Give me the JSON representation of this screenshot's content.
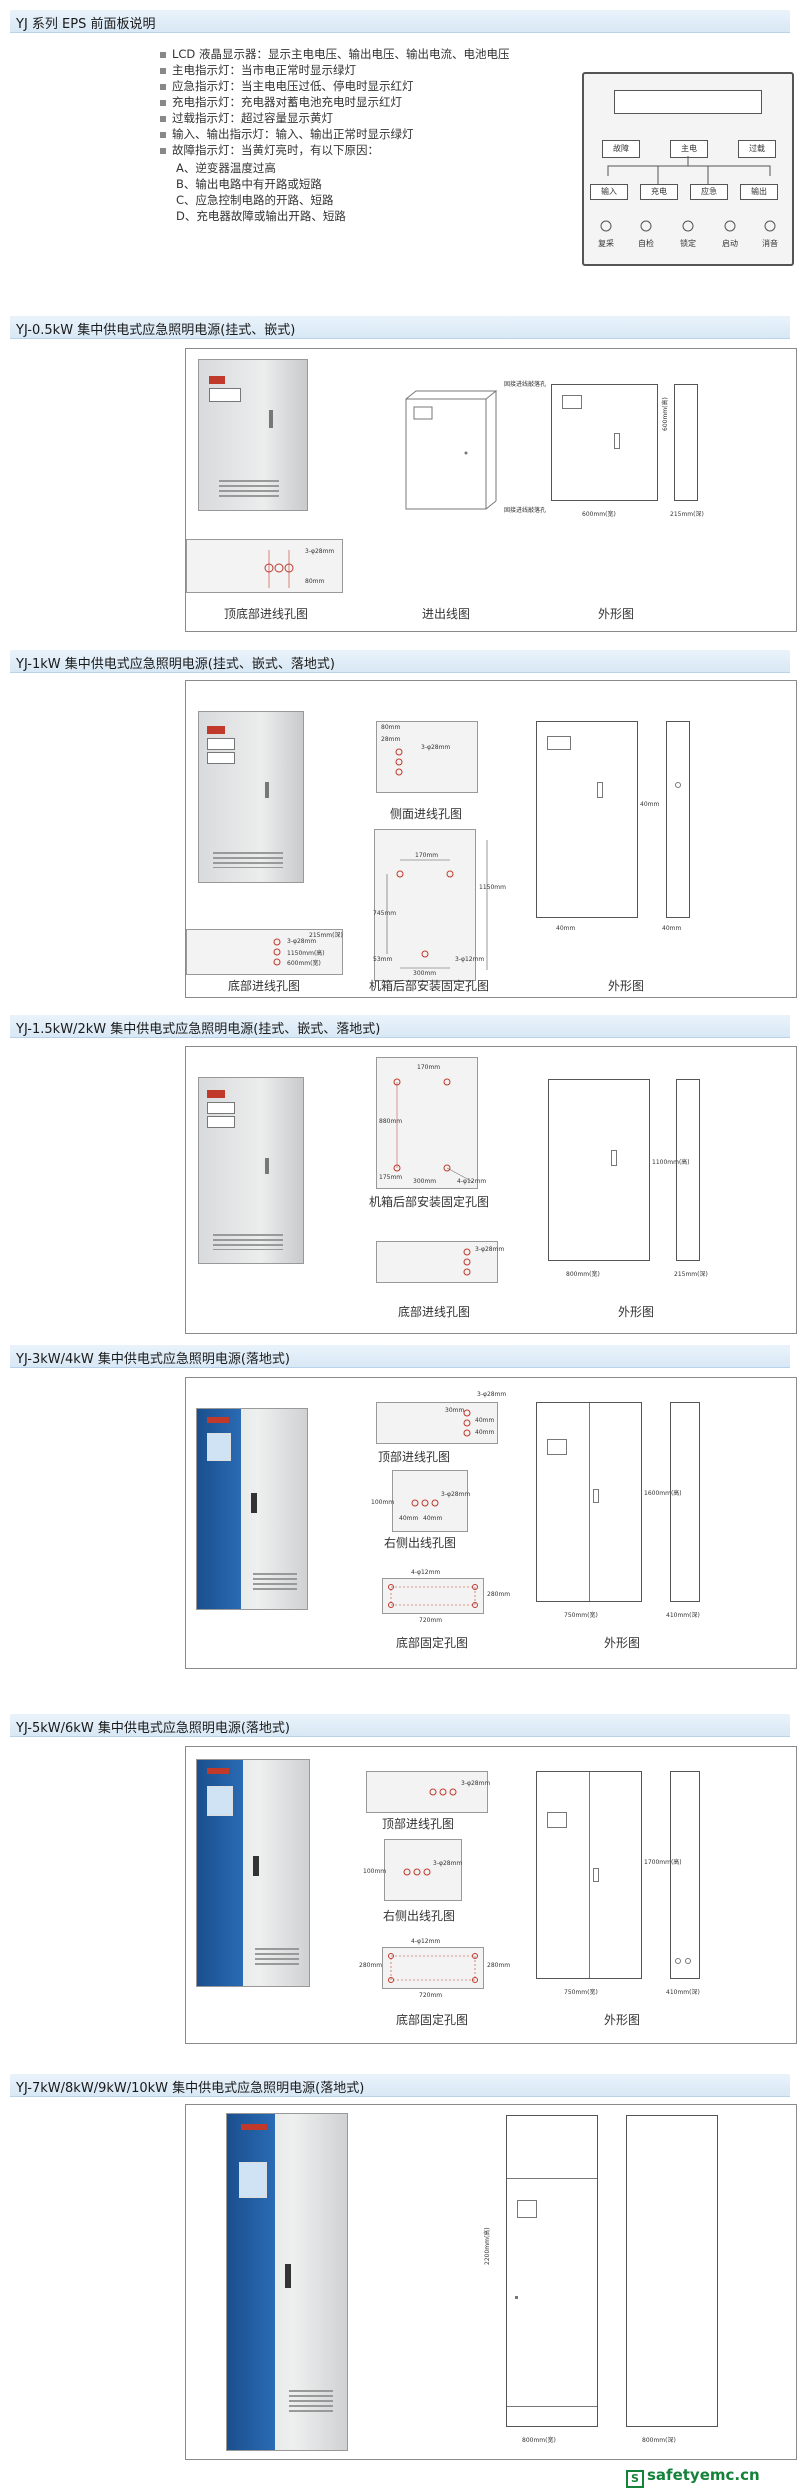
{
  "intro": {
    "title": "YJ 系列 EPS 前面板说明",
    "lines": [
      "LCD 液晶显示器：显示主电电压、输出电压、输出电流、电池电压",
      "主电指示灯：当市电正常时显示绿灯",
      "应急指示灯：当主电电压过低、停电时显示红灯",
      "充电指示灯：充电器对蓄电池充电时显示红灯",
      "过载指示灯：超过容量显示黄灯",
      "输入、输出指示灯：输入、输出正常时显示绿灯",
      "故障指示灯：当黄灯亮时，有以下原因："
    ],
    "reasons": [
      "A、逆变器温度过高",
      "B、输出电路中有开路或短路",
      "C、应急控制电路的开路、短路",
      "D、充电器故障或输出开路、短路"
    ],
    "panel_labels": {
      "top": [
        "故障",
        "主电",
        "过载"
      ],
      "mid": [
        "输入",
        "充电",
        "应急",
        "输出"
      ],
      "buttons": [
        "复采",
        "自检",
        "锁定",
        "启动",
        "消音"
      ]
    }
  },
  "sections": [
    {
      "title": "YJ-0.5kW 集中供电式应急照明电源(挂式、嵌式)",
      "captions": [
        "顶底部进线孔图",
        "进出线图",
        "外形图"
      ],
      "annotations": [
        "3-φ28mm",
        "80mm",
        "固接进线敲落孔",
        "固接进线敲落孔",
        "600mm(高)",
        "600mm(宽)",
        "215mm(深)"
      ]
    },
    {
      "title": "YJ-1kW 集中供电式应急照明电源(挂式、嵌式、落地式)",
      "captions": [
        "侧面进线孔图",
        "底部进线孔图",
        "机箱后部安装固定孔图",
        "外形图"
      ],
      "annotations": [
        "80mm",
        "28mm",
        "3-φ28mm",
        "170mm",
        "745mm",
        "1150mm",
        "53mm",
        "300mm",
        "3-φ12mm",
        "40mm",
        "40mm",
        "40mm",
        "3-φ28mm",
        "1150mm(高)",
        "600mm(宽)",
        "215mm(深)"
      ]
    },
    {
      "title": "YJ-1.5kW/2kW 集中供电式应急照明电源(挂式、嵌式、落地式)",
      "captions": [
        "机箱后部安装固定孔图",
        "底部进线孔图",
        "外形图"
      ],
      "annotations": [
        "170mm",
        "880mm",
        "175mm",
        "300mm",
        "4-φ12mm",
        "3-φ28mm",
        "1100mm(高)",
        "800mm(宽)",
        "215mm(深)"
      ]
    },
    {
      "title": "YJ-3kW/4kW 集中供电式应急照明电源(落地式)",
      "captions": [
        "顶部进线孔图",
        "右侧出线孔图",
        "底部固定孔图",
        "外形图"
      ],
      "annotations": [
        "3-φ28mm",
        "30mm",
        "40mm",
        "40mm",
        "100mm",
        "3-φ28mm",
        "40mm",
        "40mm",
        "4-φ12mm",
        "280mm",
        "720mm",
        "1600mm(高)",
        "750mm(宽)",
        "410mm(深)"
      ]
    },
    {
      "title": "YJ-5kW/6kW 集中供电式应急照明电源(落地式)",
      "captions": [
        "顶部进线孔图",
        "右侧出线孔图",
        "底部固定孔图",
        "外形图"
      ],
      "annotations": [
        "3-φ28mm",
        "100mm",
        "3-φ28mm",
        "4-φ12mm",
        "280mm",
        "280mm",
        "720mm",
        "1700mm(高)",
        "750mm(宽)",
        "410mm(深)"
      ]
    },
    {
      "title": "YJ-7kW/8kW/9kW/10kW 集中供电式应急照明电源(落地式)",
      "captions": [],
      "annotations": [
        "2200mm(高)",
        "800mm(宽)",
        "800mm(深)"
      ]
    }
  ],
  "watermark": "safetyemc.cn",
  "colors": {
    "band": "#dbe9f5",
    "cabinet_blue": "#1e5fa6",
    "accent_red": "#c0392b",
    "watermark": "#14823b"
  }
}
